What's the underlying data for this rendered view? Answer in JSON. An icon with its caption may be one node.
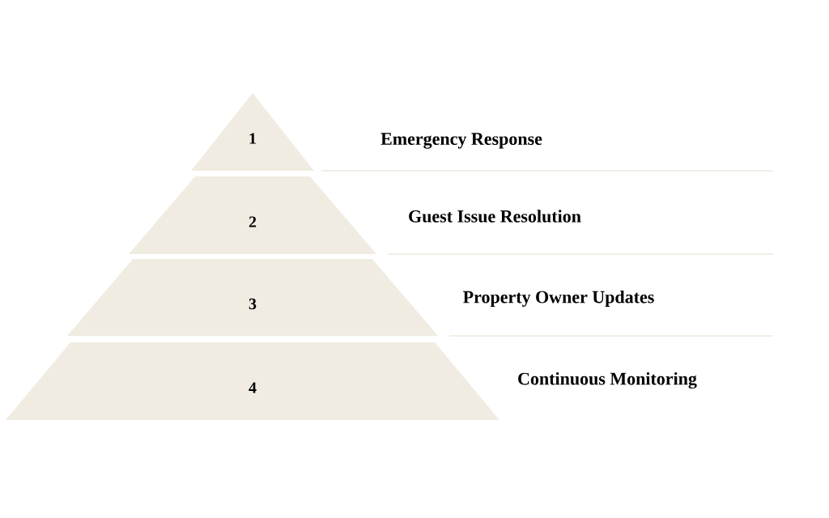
{
  "diagram": {
    "nodes": [
      {
        "text": [
          "1"
        ]
      },
      {
        "text": [
          "2"
        ]
      },
      {
        "text": [
          "3"
        ]
      },
      {
        "text": [
          "4"
        ]
      }
    ],
    "labels": [
      "Emergency Response",
      "Guest Issue Resolution",
      "Property Owner Updates",
      "Continuous Monitoring"
    ]
  }
}
